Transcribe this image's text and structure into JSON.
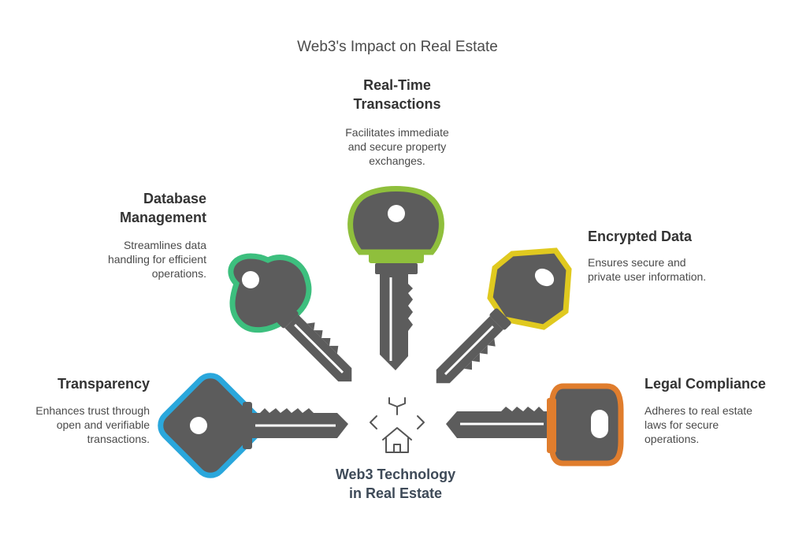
{
  "title": "Web3's Impact on Real Estate",
  "center": {
    "label_line1": "Web3 Technology",
    "label_line2": "in Real Estate"
  },
  "keys": [
    {
      "id": "transparency",
      "heading": "Transparency",
      "desc_lines": [
        "Enhances trust through",
        "open and verifiable",
        "transactions."
      ],
      "color": "#2aa7dc",
      "icon": "key-icon"
    },
    {
      "id": "database-management",
      "heading_lines": [
        "Database",
        "Management"
      ],
      "desc_lines": [
        "Streamlines data",
        "handling for efficient",
        "operations."
      ],
      "color": "#3dbf7e",
      "icon": "key-icon"
    },
    {
      "id": "real-time-transactions",
      "heading_lines": [
        "Real-Time",
        "Transactions"
      ],
      "desc_lines": [
        "Facilitates immediate",
        "and secure property",
        "exchanges."
      ],
      "color": "#8fbf3c",
      "icon": "key-icon"
    },
    {
      "id": "encrypted-data",
      "heading": "Encrypted Data",
      "desc_lines": [
        "Ensures secure and",
        "private user information."
      ],
      "color": "#e0c91f",
      "icon": "key-icon"
    },
    {
      "id": "legal-compliance",
      "heading": "Legal Compliance",
      "desc_lines": [
        "Adheres to real estate",
        "laws for secure",
        "operations."
      ],
      "color": "#e07d2d",
      "icon": "key-icon"
    }
  ],
  "key_body_color": "#5c5c5c"
}
